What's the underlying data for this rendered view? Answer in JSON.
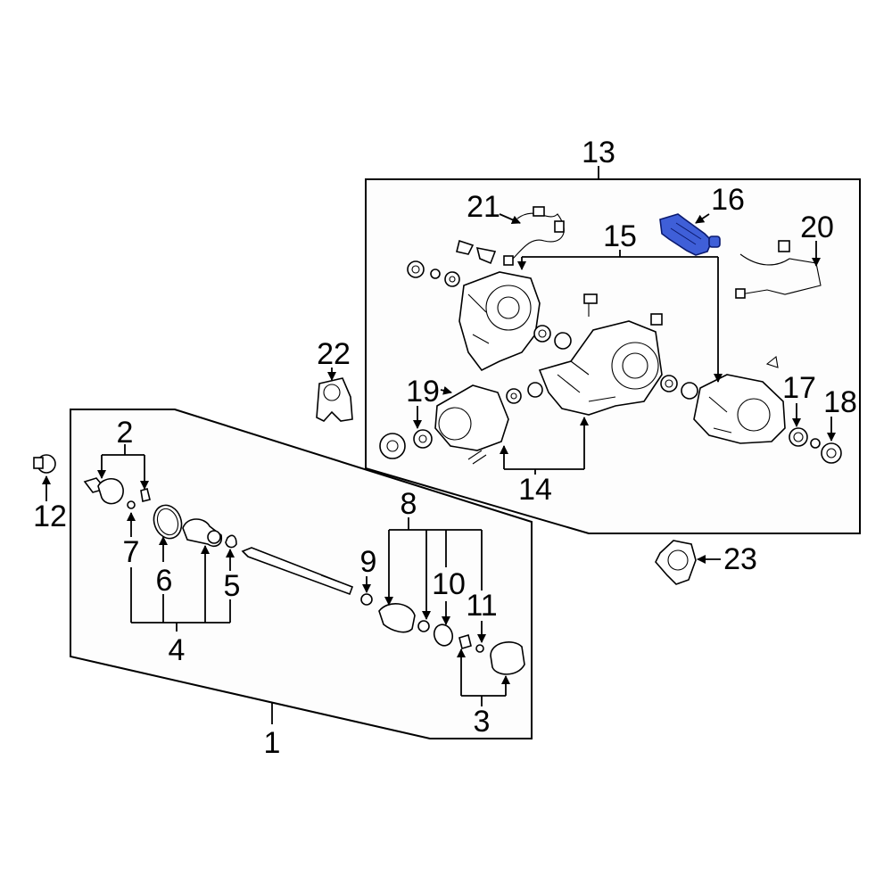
{
  "diagram": {
    "highlight_color": "#3f5fd8",
    "highlighted_part": "16",
    "callouts": {
      "c1": "1",
      "c2": "2",
      "c3": "3",
      "c4": "4",
      "c5": "5",
      "c6": "6",
      "c7": "7",
      "c8": "8",
      "c9": "9",
      "c10": "10",
      "c11": "11",
      "c12": "12",
      "c13": "13",
      "c14": "14",
      "c15": "15",
      "c16": "16",
      "c17": "17",
      "c18": "18",
      "c19": "19",
      "c20": "20",
      "c21": "21",
      "c22": "22",
      "c23": "23"
    }
  }
}
